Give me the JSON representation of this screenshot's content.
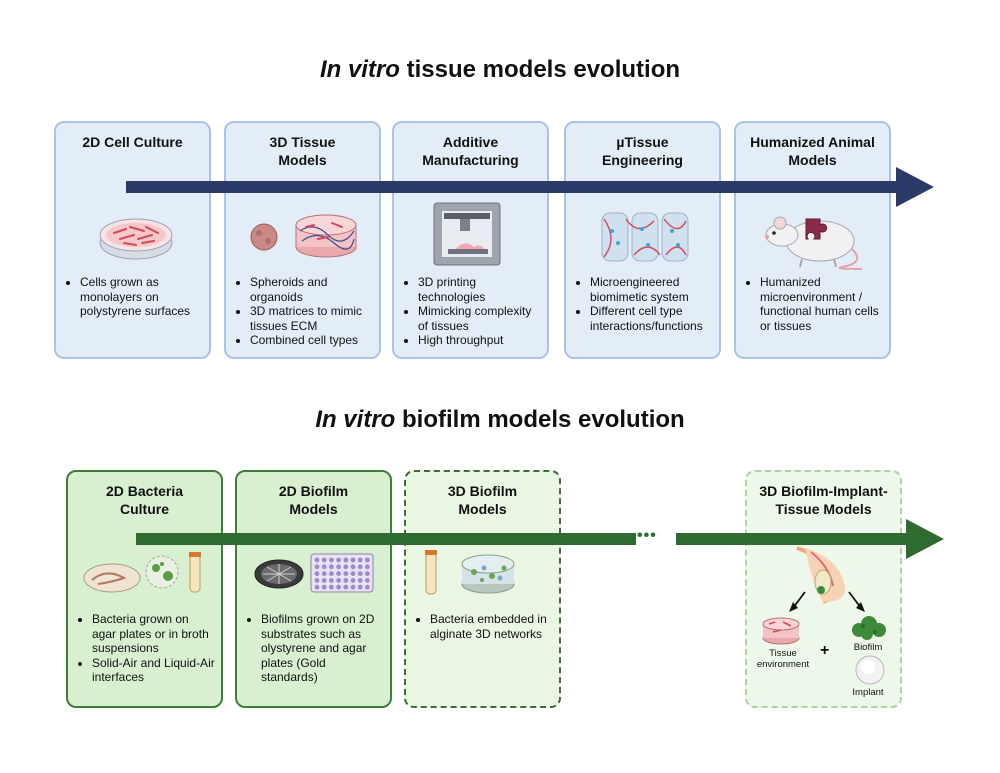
{
  "tissue_section": {
    "title_italic": "In vitro",
    "title_rest": " tissue models evolution",
    "cards": [
      {
        "title": "2D Cell Culture",
        "bullets": [
          "Cells grown as monolayers on polystyrene surfaces"
        ]
      },
      {
        "title": "3D Tissue Models",
        "bullets": [
          "Spheroids and organoids",
          "3D matrices to mimic tissues ECM",
          "Combined cell types"
        ]
      },
      {
        "title": "Additive Manufacturing",
        "bullets": [
          "3D printing technologies",
          "Mimicking complexity of tissues",
          "High throughput"
        ]
      },
      {
        "title": "µTissue Engineering",
        "bullets": [
          "Microengineered biomimetic system",
          "Different cell type interactions/functions"
        ]
      },
      {
        "title": "Humanized Animal Models",
        "bullets": [
          "Humanized microenvironment / functional human cells or tissues"
        ]
      }
    ]
  },
  "biofilm_section": {
    "title_italic": "In vitro",
    "title_rest": " biofilm models evolution",
    "cards": [
      {
        "title": "2D Bacteria Culture",
        "bullets": [
          "Bacteria grown on agar plates or in broth suspensions",
          "Solid-Air and Liquid-Air interfaces"
        ]
      },
      {
        "title": "2D Biofilm Models",
        "bullets": [
          "Biofilms grown on 2D substrates such as olystyrene and agar plates (Gold standards)"
        ]
      },
      {
        "title": "3D Biofilm Models",
        "bullets": [
          "Bacteria embedded in alginate 3D networks"
        ]
      },
      {
        "title": "3D Biofilm-Implant-Tissue Models",
        "bullets": []
      }
    ],
    "ellipsis": "•••",
    "labels": {
      "tissue_environment": "Tissue environment",
      "biofilm": "Biofilm",
      "implant": "Implant",
      "plus": "+"
    }
  },
  "colors": {
    "tissue_arrow": "#2b3a67",
    "biofilm_arrow": "#2f6b2e",
    "tissue_card_bg": "#e3edf8",
    "tissue_card_border": "#a9c3e6",
    "biofilm_card_bg": "#d9f0d0",
    "biofilm_card_border": "#3e7f37"
  }
}
